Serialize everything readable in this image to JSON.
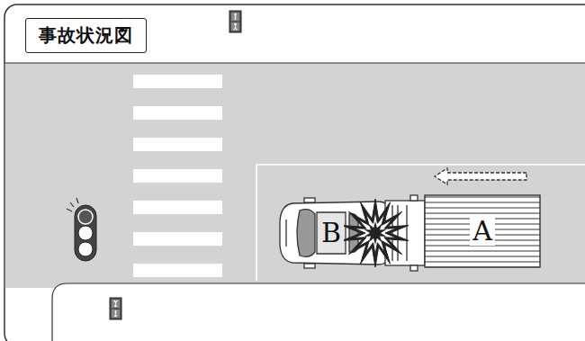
{
  "diagram": {
    "title": "事故状況図",
    "nodes": [
      {
        "text": [
          "B"
        ]
      },
      {
        "text": [
          "A"
        ]
      }
    ]
  }
}
